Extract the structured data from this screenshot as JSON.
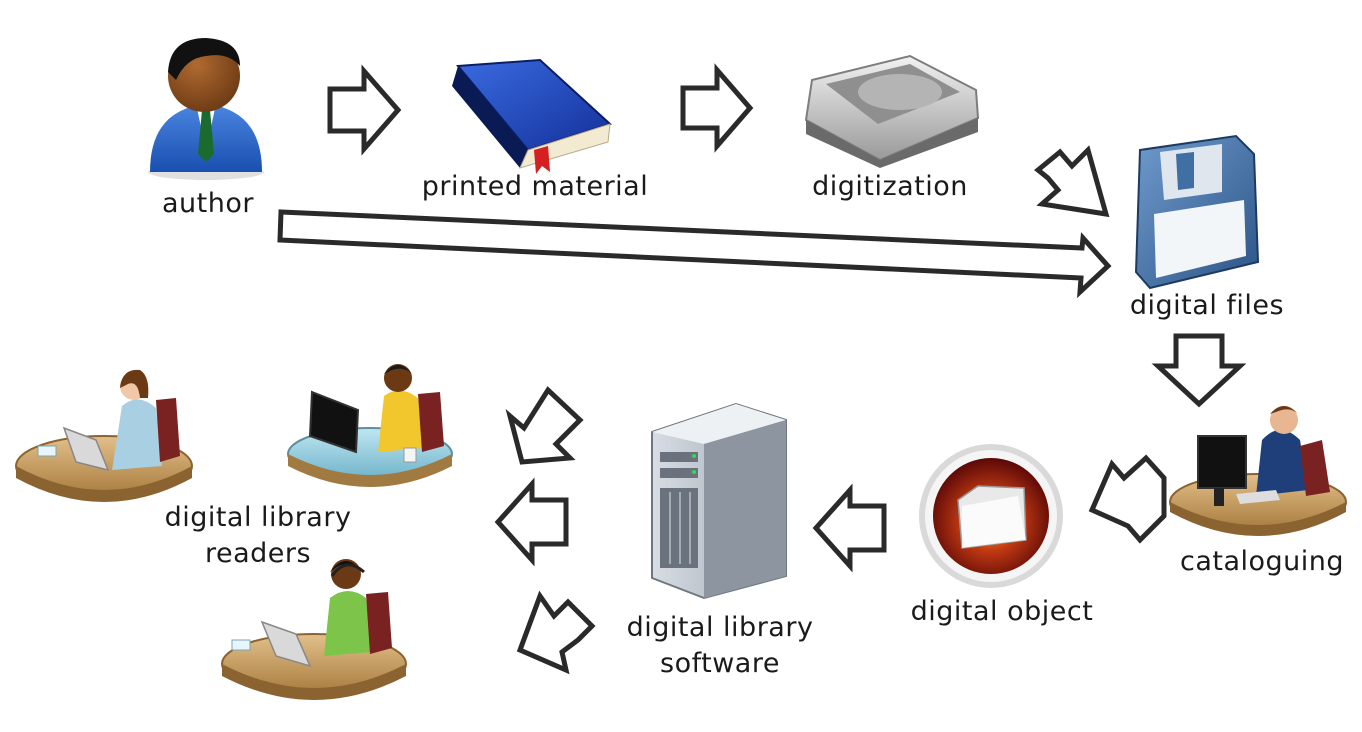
{
  "nodes": {
    "author": "author",
    "printed_material": "printed material",
    "digitization": "digitization",
    "digital_files": "digital files",
    "cataloguing": "cataloguing",
    "digital_object": "digital object",
    "dl_software_line1": "digital library",
    "dl_software_line2": "software",
    "readers_line1": "digital library",
    "readers_line2": "readers"
  },
  "icons": {
    "author": "businessman-icon",
    "printed_material": "blue-book-icon",
    "digitization": "flatbed-scanner-icon",
    "digital_files": "floppy-disk-icon",
    "cataloguing": "workstation-icon",
    "digital_object": "folder-orb-icon",
    "dl_software": "server-tower-icon",
    "readers": "desk-user-icon"
  },
  "colors": {
    "arrow_stroke": "#2a2a2a",
    "arrow_fill": "#ffffff",
    "book_blue": "#1f44b8",
    "floppy_blue": "#3f6fa3",
    "orb_red": "#8b0f0f",
    "desk_wood": "#c9a066"
  }
}
